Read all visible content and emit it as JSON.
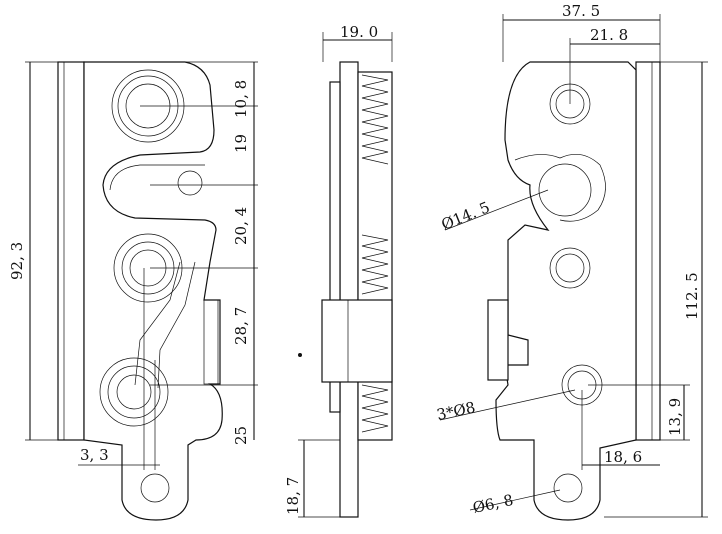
{
  "dimensions": {
    "left_height": "92, 3",
    "hole_dia_a": "10, 8",
    "gap_19": "19",
    "span_20_4": "20, 4",
    "span_28_7": "28, 7",
    "span_25": "25",
    "offset_3_3": "3, 3",
    "thickness": "19. 0",
    "bottom_18_7": "18, 7",
    "width_37_5": "37. 5",
    "width_21_8": "21. 8",
    "height_112_5": "112. 5",
    "dia_14_5": "Ø14. 5",
    "holes_3x8": "3*Ø8",
    "dim_13_9": "13, 9",
    "dim_18_6": "18, 6",
    "dia_6_8": "Ø6, 8"
  }
}
